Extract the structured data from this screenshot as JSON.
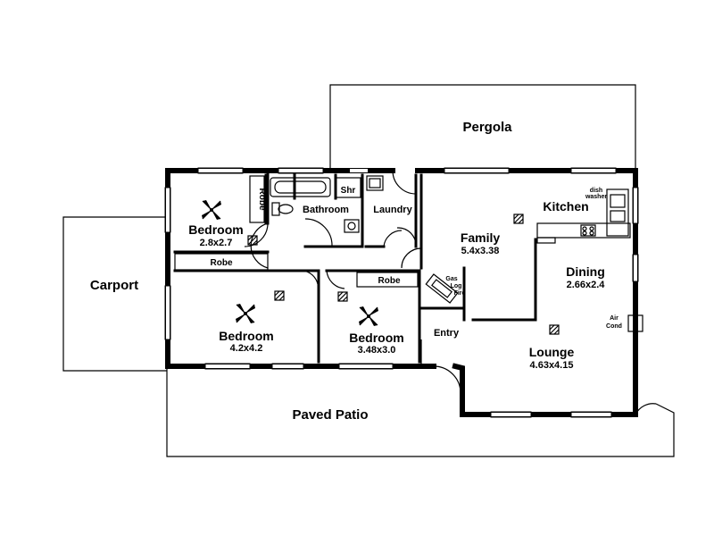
{
  "rooms": {
    "pergola": {
      "name": "Pergola"
    },
    "carport": {
      "name": "Carport"
    },
    "paved_patio": {
      "name": "Paved Patio"
    },
    "bedroom_1": {
      "name": "Bedroom",
      "size": "2.8x2.7"
    },
    "bedroom_2": {
      "name": "Bedroom",
      "size": "4.2x4.2"
    },
    "bedroom_3": {
      "name": "Bedroom",
      "size": "3.48x3.0"
    },
    "bathroom": {
      "name": "Bathroom"
    },
    "shower": {
      "name": "Shr"
    },
    "laundry": {
      "name": "Laundry"
    },
    "robe_1": {
      "name": "Robe"
    },
    "robe_2": {
      "name": "Robe"
    },
    "robe_3": {
      "name": "Robe"
    },
    "kitchen": {
      "name": "Kitchen"
    },
    "dish_washer": {
      "line1": "dish",
      "line2": "washer"
    },
    "family": {
      "name": "Family",
      "size": "5.4x3.38"
    },
    "dining": {
      "name": "Dining",
      "size": "2.66x2.4"
    },
    "lounge": {
      "name": "Lounge",
      "size": "4.63x4.15"
    },
    "entry": {
      "name": "Entry"
    },
    "gas_log_fire": {
      "line1": "Gas",
      "line2": "Log",
      "line3": "Fire"
    },
    "air_cond": {
      "line1": "Air",
      "line2": "Cond"
    }
  },
  "icons": {
    "ceiling_fan": "ceiling-fan-icon",
    "heater_vent": "vent-icon"
  },
  "colors": {
    "line": "#000000",
    "background": "#ffffff"
  }
}
